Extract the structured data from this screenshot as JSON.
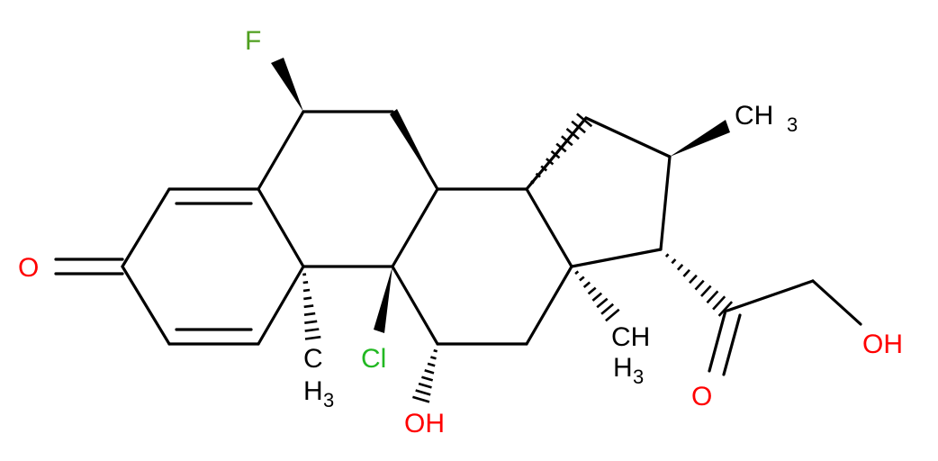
{
  "colors": {
    "bond": "#000000",
    "oxygen": "#ff0000",
    "fluorine": "#4f9f1f",
    "chlorine": "#22b822",
    "carbon_label": "#000000"
  },
  "atoms": {
    "fluorine": "F",
    "chlorine": "Cl",
    "ketone_oxygen_left": "O",
    "ketone_oxygen_side_chain": "O",
    "hydroxyl_c11": "OH",
    "hydroxyl_side_chain": "OH",
    "methyl_c16": "CH",
    "methyl_c16_sub": "3",
    "methyl_c10": "C",
    "methyl_c10_h": "H",
    "methyl_c10_sub": "3",
    "methyl_c13": "CH",
    "methyl_c13_h": "H",
    "methyl_c13_sub": "3"
  }
}
